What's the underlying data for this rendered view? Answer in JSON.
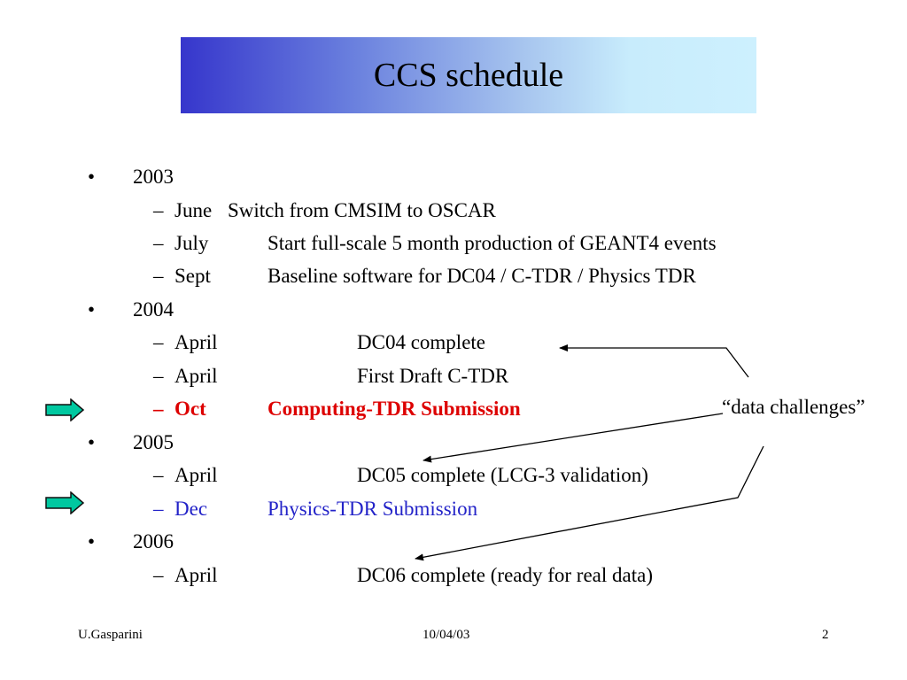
{
  "title": "CCS schedule",
  "bullet_char": "•",
  "dash_char": "–",
  "sections": [
    {
      "year": "2003",
      "items": [
        {
          "month": "June",
          "description": "Switch from CMSIM to OSCAR"
        },
        {
          "month": "July",
          "description": "Start full-scale 5 month production of GEANT4 events"
        },
        {
          "month": "Sept",
          "description": "Baseline software for DC04 / C-TDR / Physics TDR"
        }
      ]
    },
    {
      "year": "2004",
      "items": [
        {
          "month": "April",
          "description": "DC04 complete"
        },
        {
          "month": "April",
          "description": "First Draft C-TDR"
        },
        {
          "month": "Oct",
          "description": "Computing-TDR Submission"
        }
      ]
    },
    {
      "year": "2005",
      "items": [
        {
          "month": "April",
          "description": "DC05 complete (LCG-3 validation)"
        },
        {
          "month": "Dec",
          "description": "Physics-TDR Submission"
        }
      ]
    },
    {
      "year": "2006",
      "items": [
        {
          "month": "April",
          "description": "DC06 complete (ready for real data)"
        }
      ]
    }
  ],
  "callout": "“data challenges”",
  "colors": {
    "highlight_red": "#dd0000",
    "highlight_blue": "#2323c8",
    "arrow_fill": "#00c8a0",
    "arrow_stroke": "#111111"
  },
  "footer": {
    "author": "U.Gasparini",
    "date": "10/04/03",
    "page": "2"
  }
}
